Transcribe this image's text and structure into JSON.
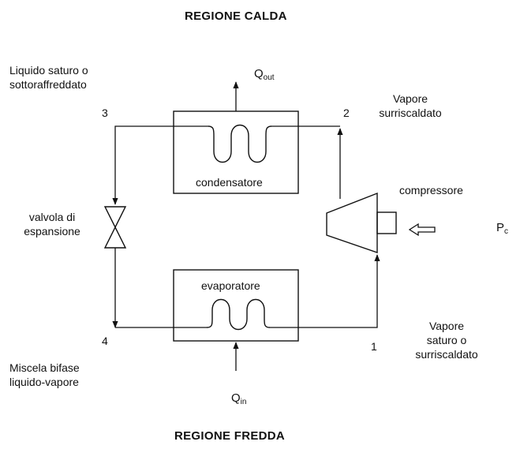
{
  "titles": {
    "hot_region": "REGIONE CALDA",
    "cold_region": "REGIONE FREDDA"
  },
  "components": {
    "condenser": "condensatore",
    "evaporator": "evaporatore",
    "compressor": "compressore",
    "expansion_valve_line1": "valvola di",
    "expansion_valve_line2": "espansione"
  },
  "heat": {
    "q_out_symbol": "Q",
    "q_out_sub": "out",
    "q_in_symbol": "Q",
    "q_in_sub": "in",
    "power_symbol": "P",
    "power_sub": "c"
  },
  "states": [
    {
      "number": "1",
      "line1": "Vapore",
      "line2": "saturo o",
      "line3": "surriscaldato"
    },
    {
      "number": "2",
      "line1": "Vapore",
      "line2": "surriscaldato"
    },
    {
      "number": "3",
      "line1": "Liquido saturo o",
      "line2": "sottoraffreddato"
    },
    {
      "number": "4",
      "line1": "Miscela bifase",
      "line2": "liquido-vapore"
    }
  ]
}
